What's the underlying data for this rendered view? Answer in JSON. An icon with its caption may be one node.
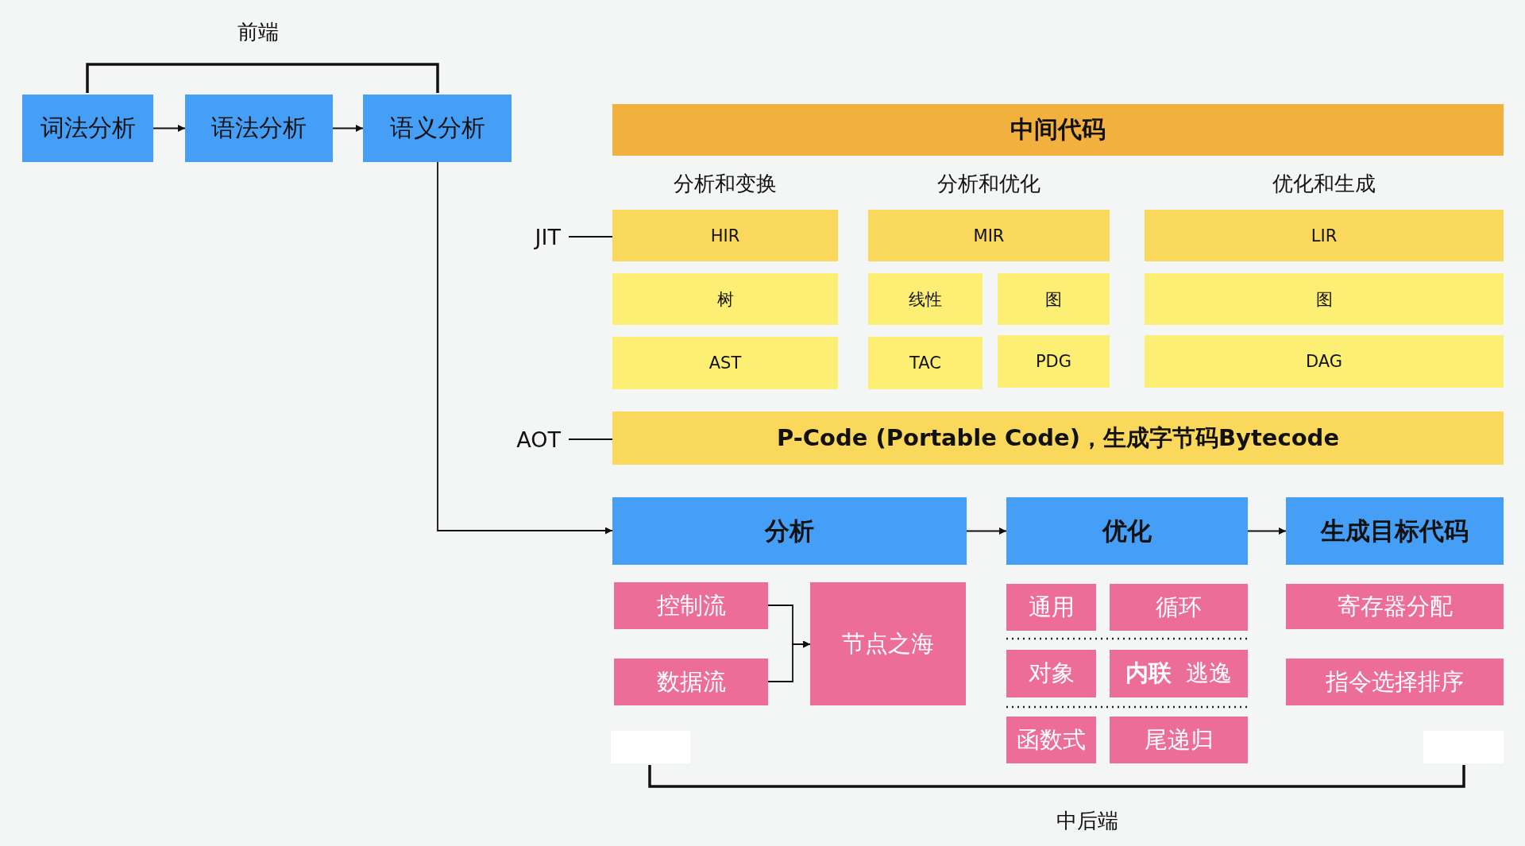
{
  "diagram": {
    "nodes": [
      {
        "text": [
          "词法分析"
        ]
      },
      {
        "text": [
          "语法分析"
        ]
      },
      {
        "text": [
          "语义分析"
        ]
      },
      {
        "text": [
          "中间代码"
        ]
      },
      {
        "text": [
          "HIR"
        ]
      },
      {
        "text": [
          "MIR"
        ]
      },
      {
        "text": [
          "LIR"
        ]
      },
      {
        "text": [
          "树"
        ]
      },
      {
        "text": [
          "线性"
        ]
      },
      {
        "text": [
          "图"
        ]
      },
      {
        "text": [
          "图"
        ]
      },
      {
        "text": [
          "AST"
        ]
      },
      {
        "text": [
          "TAC"
        ]
      },
      {
        "text": [
          "PDG"
        ]
      },
      {
        "text": [
          "DAG"
        ]
      },
      {
        "text": [
          "JIT"
        ]
      },
      {
        "text": [
          "P-Code (Portable Code)，生成字节码Bytecode"
        ]
      },
      {
        "text": [
          "AOT"
        ]
      },
      {
        "text": [
          "分析"
        ]
      },
      {
        "text": [
          "优化"
        ]
      },
      {
        "text": [
          "生成目标代码"
        ]
      },
      {
        "text": [
          "控制流"
        ]
      },
      {
        "text": [
          "数据流"
        ]
      },
      {
        "text": [
          "节点之海"
        ]
      },
      {
        "text": [
          "通用"
        ]
      },
      {
        "text": [
          "循环"
        ]
      },
      {
        "text": [
          "对象"
        ]
      },
      {
        "text": [
          "内联",
          "逃逸"
        ]
      },
      {
        "text": [
          "函数式"
        ]
      },
      {
        "text": [
          "尾递归"
        ]
      },
      {
        "text": [
          "寄存器分配"
        ]
      },
      {
        "text": [
          "指令选择排序"
        ]
      },
      {
        "text": [],
        "shape": "box"
      },
      {
        "text": [],
        "shape": "box"
      }
    ],
    "edges": [
      {
        "from": 0,
        "to": 1,
        "arrow": "to"
      },
      {
        "from": 1,
        "to": 2,
        "arrow": "to"
      },
      {
        "from": 2,
        "to": 18,
        "arrow": "to"
      },
      {
        "from": 15,
        "to": 4,
        "arrow": "none"
      },
      {
        "from": 17,
        "to": 16,
        "arrow": "none"
      },
      {
        "from": 18,
        "to": 19,
        "arrow": "to"
      },
      {
        "from": 19,
        "to": 20,
        "arrow": "to"
      },
      {
        "from": 21,
        "to": 23,
        "arrow": "to"
      },
      {
        "from": 22,
        "to": 23,
        "arrow": "to"
      }
    ],
    "labels": [
      "前端",
      "分析和变换",
      "分析和优化",
      "优化和生成",
      "中后端"
    ]
  }
}
